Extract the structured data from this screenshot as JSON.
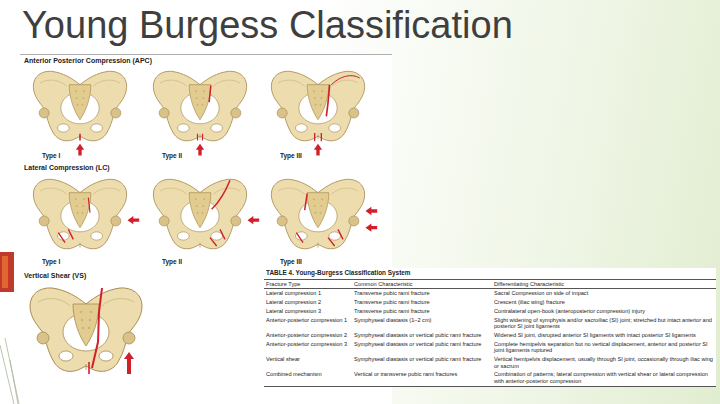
{
  "diagram": {
    "title": "Young Burgess Classification",
    "labels": [
      "Anterior Posterior Compression (APC)",
      "Type I",
      "Type II",
      "Type III",
      "Lateral Compression (LC)",
      "Type I",
      "Type II",
      "Type III",
      "Vertical Shear (VS)",
      "TABLE 4. Young-Burgess Classification System",
      "Fracture Type",
      "Common Characteristic",
      "Differentiating Characteristic",
      "Lateral compression 1",
      "Transverse pubic rami fracture",
      "Sacral Compression on side of impact",
      "Lateral compression 2",
      "Transverse pubic rami fracture",
      "Crescent (iliac wing) fracture",
      "Lateral compression 3",
      "Transverse pubic rami fracture",
      "Contralateral open-book (anteroposterior compression) injury",
      "Anterior-posterior compression 1",
      "Symphyseal diastasis (1–2 cm)",
      "Slight widening of symphysis and/or sacroiliac (SI) joint; stretched but intact anterior and posterior SI joint ligaments",
      "Anterior-posterior compression 2",
      "Symphyseal diastasis or vertical pubic rami fracture",
      "Widened SI joint, disrupted anterior SI ligaments with intact posterior SI ligaments",
      "Anterior-posterior compression 3",
      "Symphyseal diastasis or vertical pubic rami fracture",
      "Complete hemipelvis separation but no vertical displacement, anterior and posterior SI joint ligaments ruptured",
      "Vertical shear",
      "Symphyseal diastasis or vertical pubic rami fracture",
      "Vertical hemipelvis displacement, usually through SI joint, occasionally through iliac wing or sacrum",
      "Combined mechanism",
      "Vertical or transverse pubic rami fractures",
      "Combination of patterns; lateral compression with vertical shear or lateral compression with anterior-posterior compression"
    ]
  }
}
